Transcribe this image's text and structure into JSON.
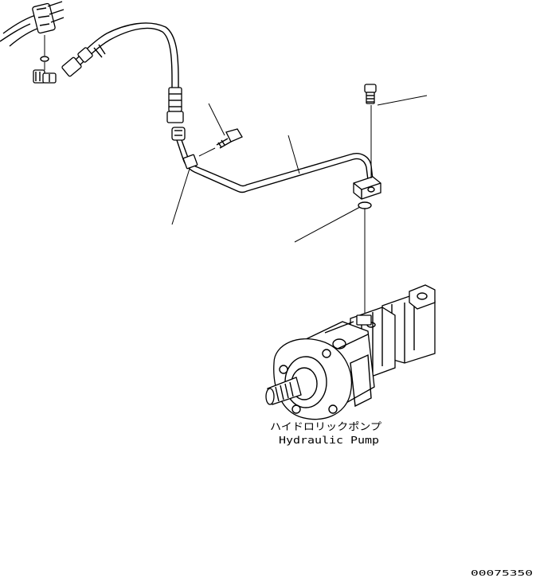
{
  "labels": {
    "pump_jp": "ハイドロリックポンプ",
    "pump_en": "Hydraulic Pump",
    "figure_number": "00075350"
  }
}
